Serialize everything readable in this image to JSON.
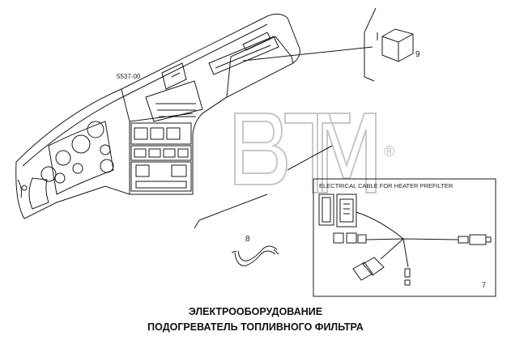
{
  "diagram": {
    "ref_code": "5537-00",
    "callouts": {
      "relay": "9",
      "cable_loose": "8",
      "kit": "7"
    },
    "kit_title": "ELECTRICAL CABLE FOR HEATER PREFILTER",
    "watermark": "BTM",
    "watermark_mark": "®"
  },
  "caption": {
    "line1": "ЭЛЕКТРООБОРУДОВАНИЕ",
    "line2": "ПОДОГРЕВАТЕЛЬ ТОПЛИВНОГО ФИЛЬТРА"
  },
  "colors": {
    "line": "#1a1a1a",
    "watermark": "#c8c8c8"
  }
}
